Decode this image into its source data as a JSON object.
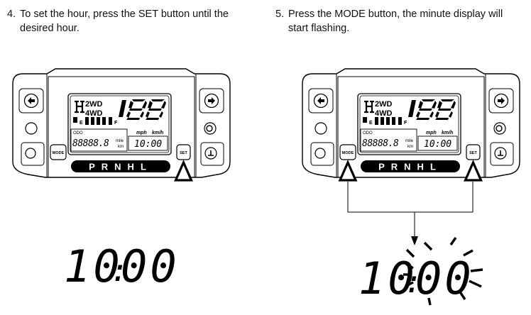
{
  "steps": [
    {
      "number": "4.",
      "line1": "To set the hour, press the SET button until the",
      "line2": "desired hour."
    },
    {
      "number": "5.",
      "line1": "Press the MODE button, the minute display will",
      "line2": "start flashing."
    }
  ],
  "cluster": {
    "drive_2wd": "2WD",
    "drive_4wd": "4WD",
    "speed_digits": "188",
    "unit_mph": "mph",
    "unit_kmh": "km/h",
    "odo_label": "ODO",
    "odo_value": "88888.8",
    "odo_unit_top": "mile",
    "odo_unit_bottom": "km",
    "clock": "10:00",
    "mode_label": "MODE",
    "set_label": "SET",
    "gear_letters": "PRNHL",
    "fuel_e": "E",
    "fuel_f": "F"
  },
  "large_clock": {
    "hours": "10",
    "minutes": "00"
  }
}
